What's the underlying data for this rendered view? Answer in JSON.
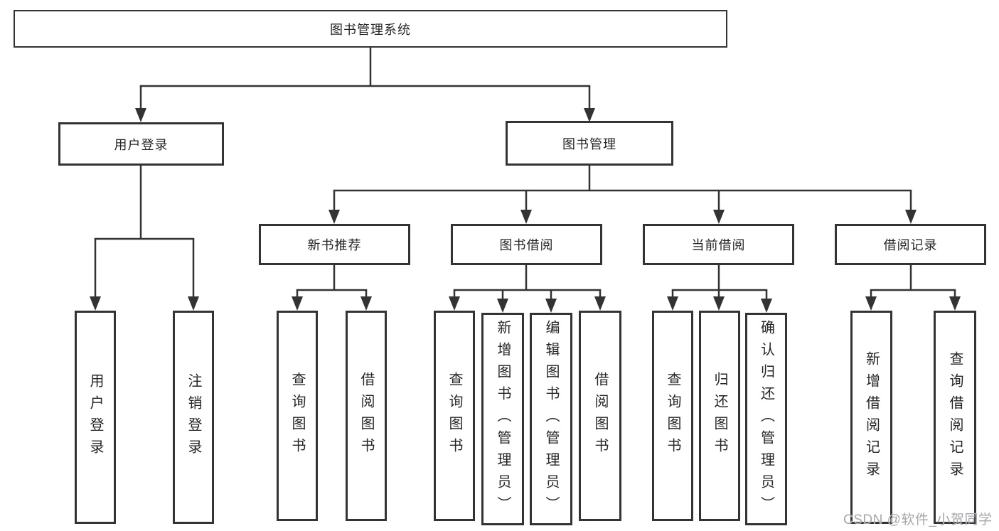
{
  "tree": {
    "root": "图书管理系统",
    "branches": [
      {
        "label": "用户登录",
        "children": [
          "用户登录",
          "注销登录"
        ]
      },
      {
        "label": "图书管理",
        "children": [
          {
            "label": "新书推荐",
            "children": [
              "查询图书",
              "借阅图书"
            ]
          },
          {
            "label": "图书借阅",
            "children": [
              "查询图书",
              "新增图书（管理员）",
              "编辑图书（管理员）",
              "借阅图书"
            ]
          },
          {
            "label": "当前借阅",
            "children": [
              "查询图书",
              "归还图书",
              "确认归还（管理员）"
            ]
          },
          {
            "label": "借阅记录",
            "children": [
              "新增借阅记录",
              "查询借阅记录"
            ]
          }
        ]
      }
    ]
  },
  "watermark": "CSDN @软件_小贺同学",
  "colors": {
    "line": "#333333",
    "box_border": "#333333",
    "box_fill": "#ffffff",
    "text": "#262626",
    "watermark": "#a6a6ac",
    "background": "#ffffff"
  }
}
